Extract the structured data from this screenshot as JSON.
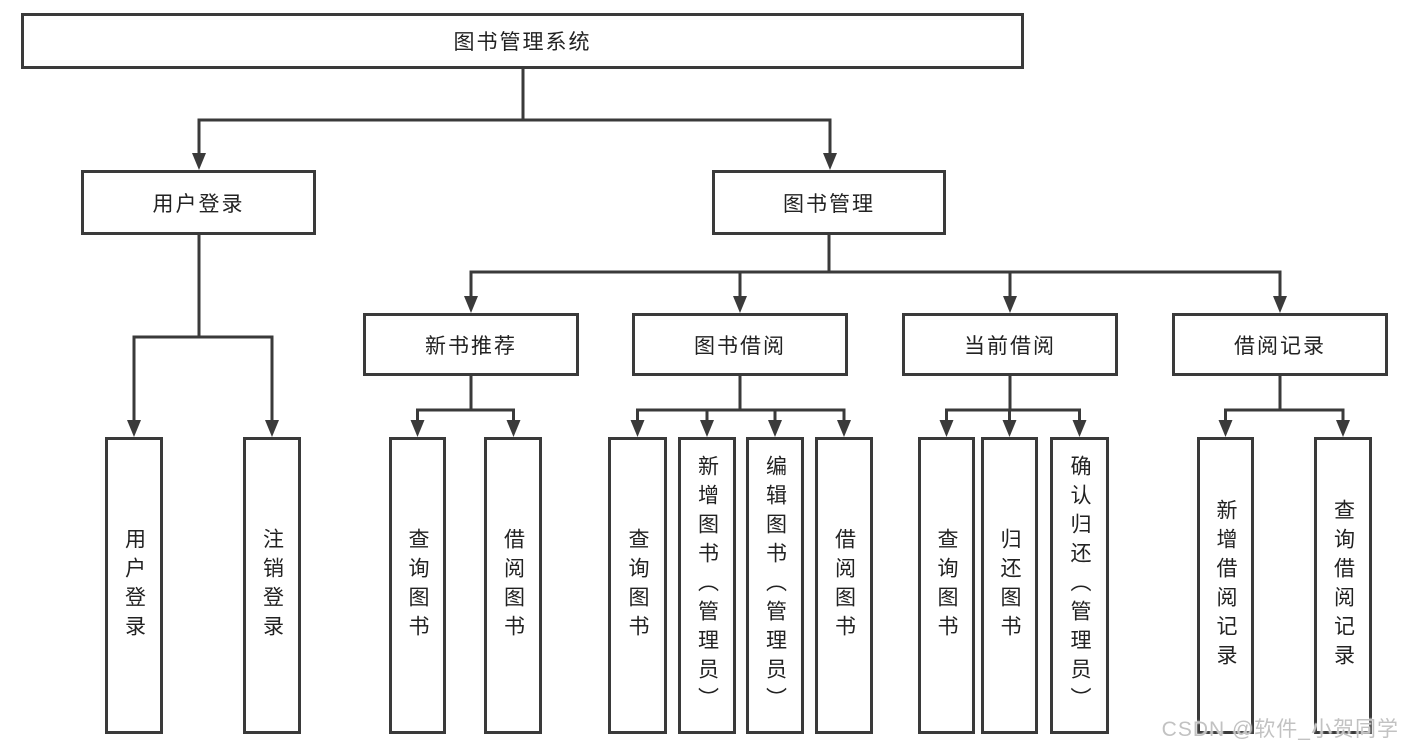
{
  "colors": {
    "line": "#3a3a3a",
    "text": "#222222",
    "background": "#ffffff",
    "watermark": "#c2c2c2"
  },
  "watermark": "CSDN @软件_小贺同学",
  "tree": {
    "root": "图书管理系统",
    "branches": [
      {
        "label": "用户登录",
        "leaves": [
          "用户登录",
          "注销登录"
        ]
      },
      {
        "label": "图书管理",
        "sections": [
          {
            "label": "新书推荐",
            "leaves": [
              "查询图书",
              "借阅图书"
            ]
          },
          {
            "label": "图书借阅",
            "leaves": [
              "查询图书",
              "新增图书（管理员）",
              "编辑图书（管理员）",
              "借阅图书"
            ]
          },
          {
            "label": "当前借阅",
            "leaves": [
              "查询图书",
              "归还图书",
              "确认归还（管理员）"
            ]
          },
          {
            "label": "借阅记录",
            "leaves": [
              "新增借阅记录",
              "查询借阅记录"
            ]
          }
        ]
      }
    ]
  }
}
